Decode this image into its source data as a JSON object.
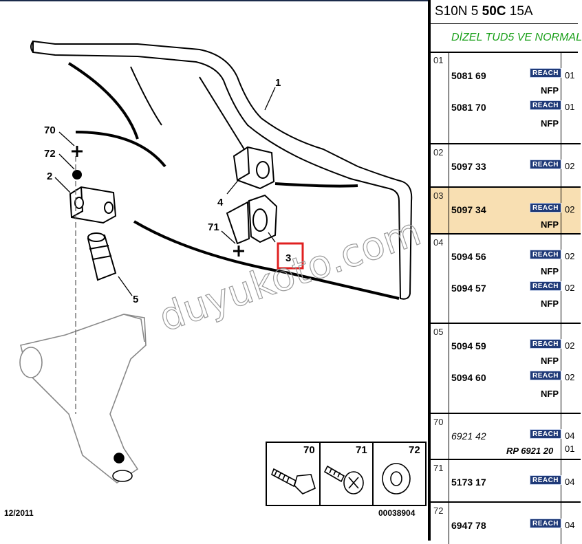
{
  "header": {
    "ref_prefix": "S10N 5 ",
    "ref_bold": "50C",
    "ref_suffix": " 15A",
    "engine": "DİZEL TUD5 VE NORMAL"
  },
  "diagram": {
    "watermark": "duyukoto.com",
    "callouts": {
      "c1": "1",
      "c2": "2",
      "c3": "3",
      "c4": "4",
      "c5": "5",
      "c70": "70",
      "c71": "71",
      "c72": "72"
    },
    "inset_labels": {
      "a": "70",
      "b": "71",
      "c": "72"
    },
    "date": "12/2011",
    "code": "00038904",
    "highlight_color": "#e02020"
  },
  "parts_table": {
    "reach_label": "REACH",
    "groups": [
      {
        "num": "01",
        "parts": [
          {
            "ref": "5081 69",
            "qty": "01",
            "nfp": "NFP"
          },
          {
            "ref": "5081 70",
            "qty": "01",
            "nfp": "NFP"
          }
        ]
      },
      {
        "num": "02",
        "parts": [
          {
            "ref": "5097 33",
            "qty": "02"
          }
        ]
      },
      {
        "num": "03",
        "parts": [
          {
            "ref": "5097 34",
            "qty": "02",
            "nfp": "NFP"
          }
        ]
      },
      {
        "num": "04",
        "parts": [
          {
            "ref": "5094 56",
            "qty": "02",
            "nfp": "NFP"
          },
          {
            "ref": "5094 57",
            "qty": "02",
            "nfp": "NFP"
          }
        ]
      },
      {
        "num": "05",
        "parts": [
          {
            "ref": "5094 59",
            "qty": "02",
            "nfp": "NFP"
          },
          {
            "ref": "5094 60",
            "qty": "02",
            "nfp": "NFP"
          }
        ]
      },
      {
        "num": "70",
        "parts": [
          {
            "ref": "6921 42",
            "qty": "04",
            "rp": "RP 6921 20",
            "rp_qty": "01"
          }
        ]
      },
      {
        "num": "71",
        "parts": [
          {
            "ref": "5173 17",
            "qty": "04"
          }
        ]
      },
      {
        "num": "72",
        "parts": [
          {
            "ref": "6947 78",
            "qty": "04"
          }
        ]
      }
    ],
    "highlight_bg": "#f8dfb2"
  }
}
